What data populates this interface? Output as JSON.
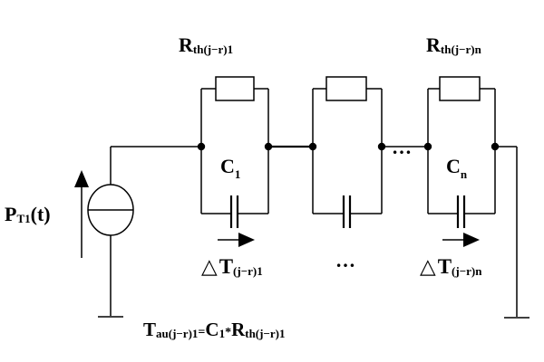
{
  "labels": {
    "rth_first": {
      "main": "R",
      "sub": "th(j−r)1"
    },
    "rth_last": {
      "main": "R",
      "sub": "th(j−r)n"
    },
    "c_first": {
      "main": "C",
      "sub": "1"
    },
    "c_last": {
      "main": "C",
      "sub": "n"
    },
    "source": {
      "main": "P",
      "sub": "T1",
      "arg": "(t)"
    },
    "dt_first": {
      "delta": "△",
      "main": "T",
      "sub": "(j−r)1"
    },
    "dt_last": {
      "delta": "△",
      "main": "T",
      "sub": "(j−r)n"
    },
    "ellipsis_mid": "…",
    "ellipsis_top": "…",
    "tau": {
      "main": "T",
      "sub1": "au(j−r)1",
      "eq": "=",
      "c": "C",
      "c_sub": "1",
      "times": "*",
      "r": "R",
      "r_sub": "th(j−r)1"
    }
  }
}
